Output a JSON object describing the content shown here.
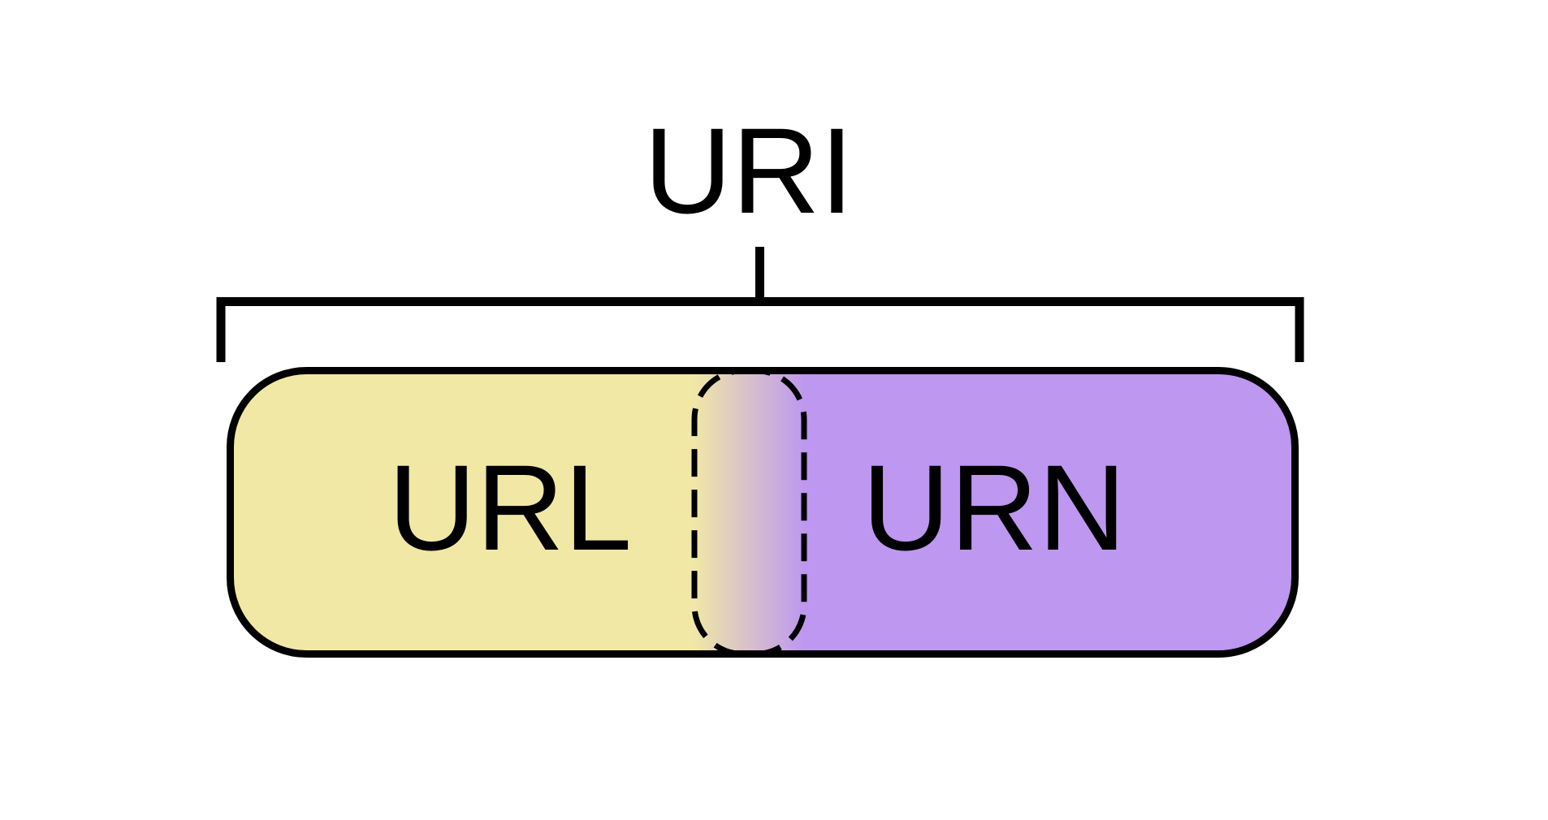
{
  "diagram": {
    "title": "URI",
    "pill": {
      "left_label": "URL",
      "right_label": "URN"
    },
    "colors": {
      "url_fill": "#F1E8A6",
      "urn_fill": "#BD97F0",
      "outline": "#000000",
      "background": "#FFFFFF",
      "text": "#000000"
    }
  }
}
